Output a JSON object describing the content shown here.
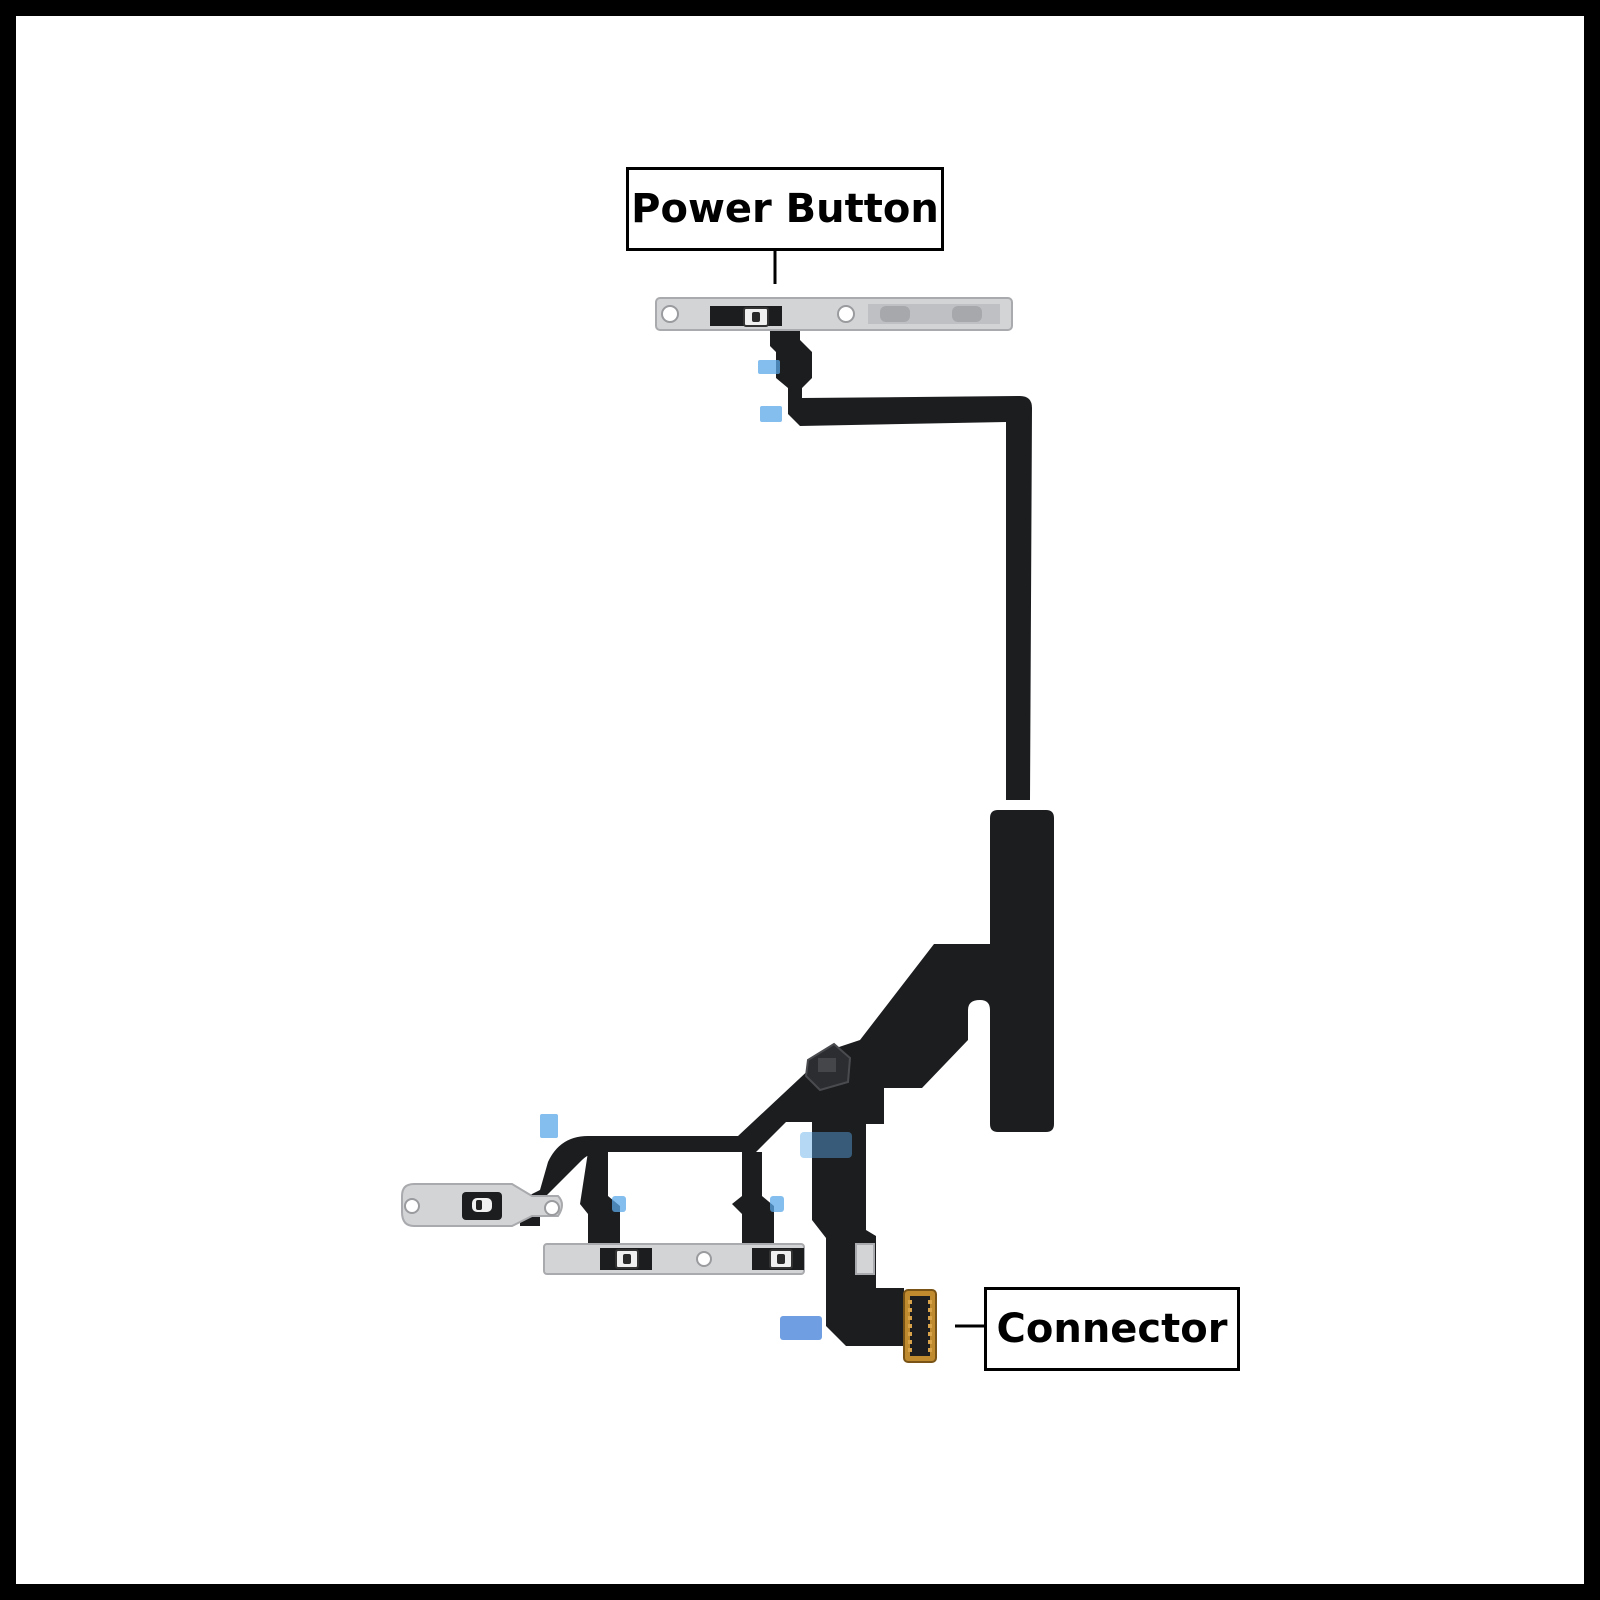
{
  "labels": {
    "power_button": "Power Button",
    "connector": "Connector"
  },
  "colors": {
    "frame_border": "#000000",
    "background": "#ffffff",
    "flex_cable": "#1c1d1f",
    "metal_bracket": "#d3d4d6",
    "adhesive_tab": "#5aa8e8",
    "connector_contacts": "#c08a2e",
    "callout_border": "#000000"
  },
  "parts": {
    "flex_cable": "flex-cable",
    "power_bracket": "power-button-bracket",
    "volume_brackets": "volume-button-brackets",
    "mute_bracket": "mute-switch-bracket",
    "board_connector": "board-connector"
  }
}
